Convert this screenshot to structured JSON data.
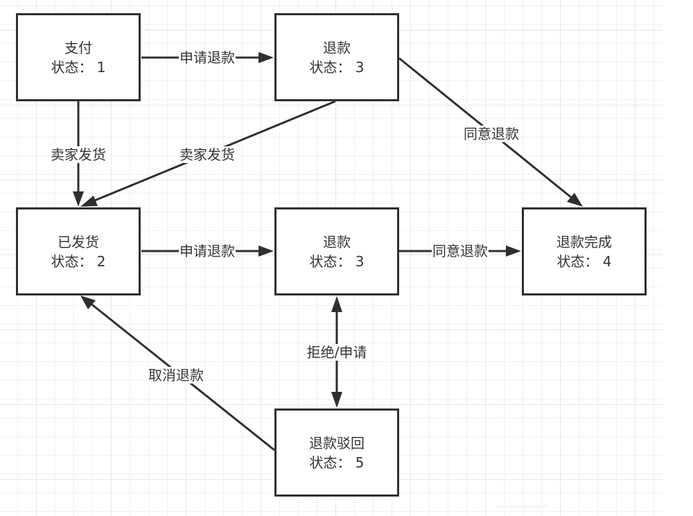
{
  "diagram": {
    "type": "state-transition",
    "status_prefix": "状态：",
    "nodes": [
      {
        "id": "paid",
        "title": "支付",
        "status_label": "状态： 1",
        "state": 1
      },
      {
        "id": "refund_before_ship",
        "title": "退款",
        "status_label": "状态： 3",
        "state": 3
      },
      {
        "id": "shipped",
        "title": "已发货",
        "status_label": "状态： 2",
        "state": 2
      },
      {
        "id": "refund_after_ship",
        "title": "退款",
        "status_label": "状态： 3",
        "state": 3
      },
      {
        "id": "refund_complete",
        "title": "退款完成",
        "status_label": "状态： 4",
        "state": 4
      },
      {
        "id": "refund_rejected",
        "title": "退款驳回",
        "status_label": "状态： 5",
        "state": 5
      }
    ],
    "edges": [
      {
        "from": "paid",
        "to": "refund_before_ship",
        "label": "申请退款",
        "direction": "forward"
      },
      {
        "from": "paid",
        "to": "shipped",
        "label": "卖家发货",
        "direction": "forward"
      },
      {
        "from": "refund_before_ship",
        "to": "shipped",
        "label": "卖家发货",
        "direction": "forward"
      },
      {
        "from": "refund_before_ship",
        "to": "refund_complete",
        "label": "同意退款",
        "direction": "forward"
      },
      {
        "from": "shipped",
        "to": "refund_after_ship",
        "label": "申请退款",
        "direction": "forward"
      },
      {
        "from": "refund_after_ship",
        "to": "refund_complete",
        "label": "同意退款",
        "direction": "forward"
      },
      {
        "from": "refund_after_ship",
        "to": "refund_rejected",
        "label": "拒绝/申请",
        "direction": "both"
      },
      {
        "from": "refund_rejected",
        "to": "shipped",
        "label": "取消退款",
        "direction": "forward"
      }
    ]
  },
  "colors": {
    "stroke": "#2f2f2f",
    "text": "#333333",
    "grid_minor": "#f0f0f0",
    "grid_major": "#e6e6e6",
    "background": "#ffffff"
  }
}
